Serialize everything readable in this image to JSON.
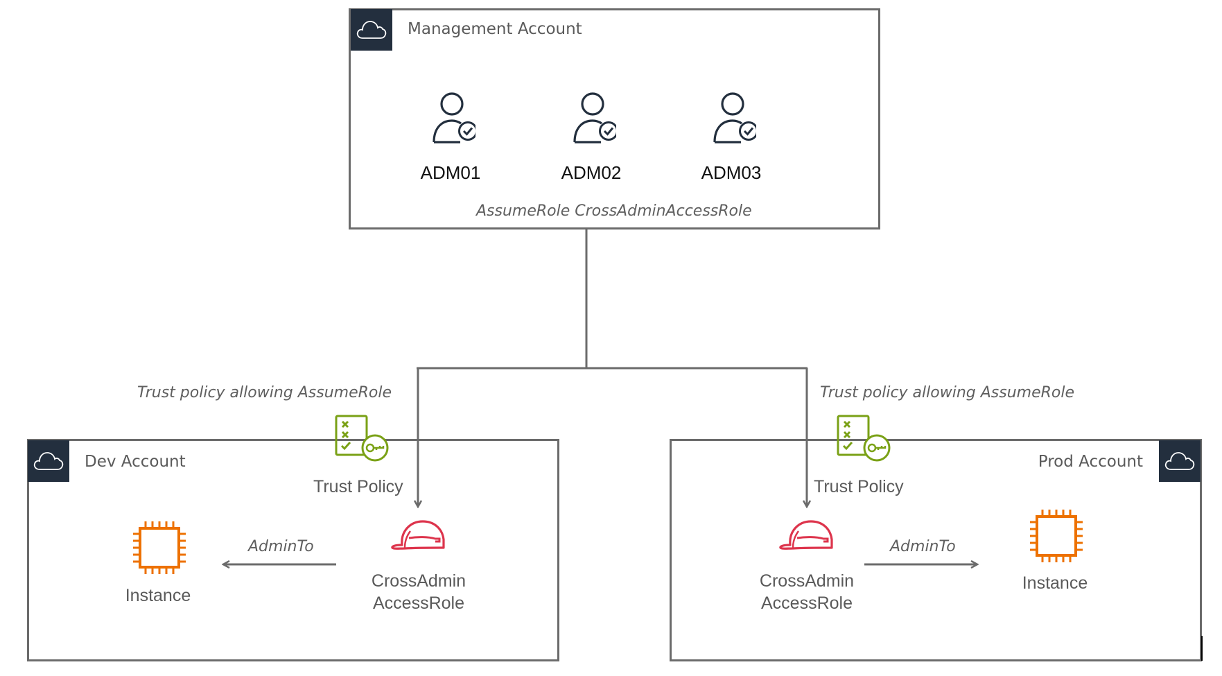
{
  "management": {
    "title": "Management Account",
    "users": [
      {
        "label": "ADM01"
      },
      {
        "label": "ADM02"
      },
      {
        "label": "ADM03"
      }
    ],
    "action_label": "AssumeRole CrossAdminAccessRole"
  },
  "dev": {
    "title": "Dev Account",
    "trust_caption": "Trust policy allowing AssumeRole",
    "trust_label": "Trust Policy",
    "role_label_line1": "CrossAdmin",
    "role_label_line2": "AccessRole",
    "edge_label": "AdminTo",
    "instance_label": "Instance"
  },
  "prod": {
    "title": "Prod Account",
    "trust_caption": "Trust policy allowing AssumeRole",
    "trust_label": "Trust Policy",
    "role_label_line1": "CrossAdmin",
    "role_label_line2": "AccessRole",
    "edge_label": "AdminTo",
    "instance_label": "Instance"
  },
  "colors": {
    "account_tile": "#232f3e",
    "policy_green": "#7aa116",
    "role_red": "#dd344c",
    "instance_orange": "#ed7100",
    "line_grey": "#6b6b6b"
  }
}
